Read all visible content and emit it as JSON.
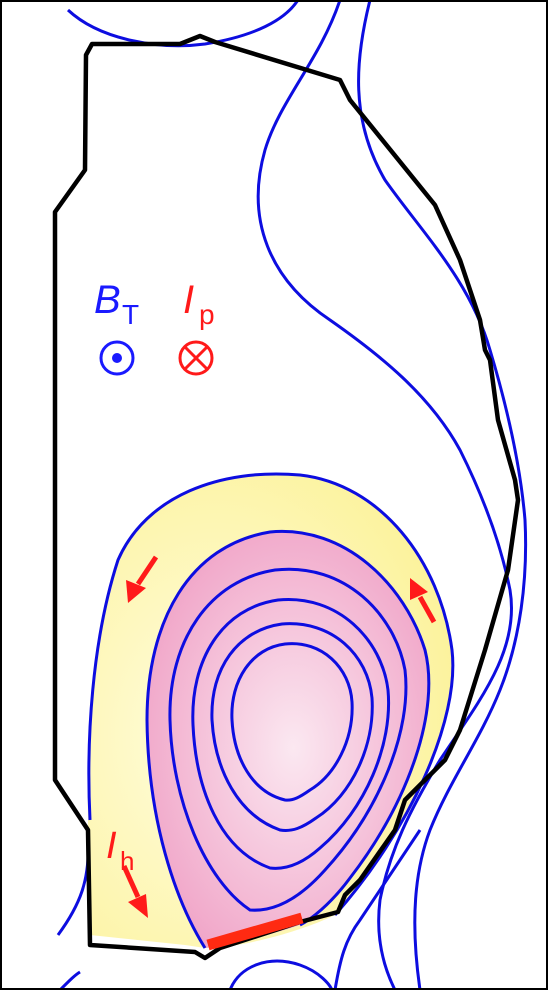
{
  "labels": {
    "toroidal_field": {
      "symbol": "B",
      "subscript": "T",
      "direction": "out-of-page"
    },
    "plasma_current": {
      "symbol": "I",
      "subscript": "p",
      "direction": "into-page"
    },
    "halo_current": {
      "symbol": "I",
      "subscript": "h"
    }
  },
  "colors": {
    "flux_lines": "#0d0de0",
    "field_label": "#1a1aff",
    "current_label": "#ff1a1a",
    "vessel_wall": "#000000",
    "halo_region": "#fdf6a0",
    "core_region": "#f2a6c8",
    "core_center": "#fbe8f1",
    "contact_strip": "#ff2a12"
  }
}
